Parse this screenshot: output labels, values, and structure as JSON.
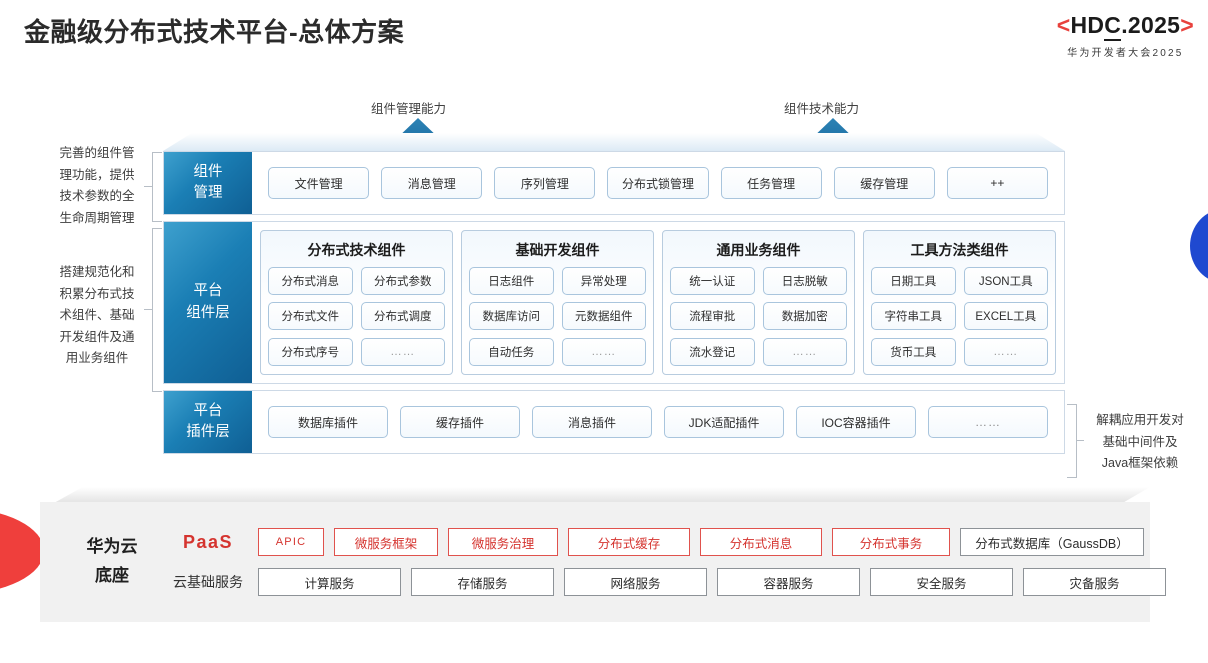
{
  "header": {
    "title": "金融级分布式技术平台-总体方案",
    "logo": {
      "left_bracket": "<",
      "right_bracket": ">",
      "text_a": "HD",
      "text_b": "C",
      "text_c": ".2025",
      "subtitle": "华为开发者大会2025",
      "bracket_color": "#e8413c"
    }
  },
  "arrows": [
    {
      "label": "组件管理能力"
    },
    {
      "label": "组件技术能力"
    }
  ],
  "side_notes": {
    "left_top": "完善的组件管\n理功能，提供\n技术参数的全\n生命周期管理",
    "left_top_lines": [
      "完善的组件管",
      "理功能，提供",
      "技术参数的全",
      "生命周期管理"
    ],
    "left_bottom_lines": [
      "搭建规范化和",
      "积累分布式技",
      "术组件、基础",
      "开发组件及通",
      "用业务组件"
    ],
    "right_lines": [
      "解耦应用开发对",
      "基础中间件及",
      "Java框架依赖"
    ]
  },
  "layers": {
    "component_mgmt": {
      "label_lines": [
        "组件",
        "管理"
      ],
      "chips": [
        "文件管理",
        "消息管理",
        "序列管理",
        "分布式锁管理",
        "任务管理",
        "缓存管理",
        "++"
      ]
    },
    "platform_component": {
      "label_lines": [
        "平台",
        "组件层"
      ],
      "groups": [
        {
          "title": "分布式技术组件",
          "cells": [
            "分布式消息",
            "分布式参数",
            "分布式文件",
            "分布式调度",
            "分布式序号",
            "……"
          ]
        },
        {
          "title": "基础开发组件",
          "cells": [
            "日志组件",
            "异常处理",
            "数据库访问",
            "元数据组件",
            "自动任务",
            "……"
          ]
        },
        {
          "title": "通用业务组件",
          "cells": [
            "统一认证",
            "日志脱敏",
            "流程审批",
            "数据加密",
            "流水登记",
            "……"
          ]
        },
        {
          "title": "工具方法类组件",
          "cells": [
            "日期工具",
            "JSON工具",
            "字符串工具",
            "EXCEL工具",
            "货币工具",
            "……"
          ]
        }
      ]
    },
    "platform_plugin": {
      "label_lines": [
        "平台",
        "插件层"
      ],
      "chips": [
        "数据库插件",
        "缓存插件",
        "消息插件",
        "JDK适配插件",
        "IOC容器插件",
        "……"
      ]
    }
  },
  "base": {
    "title_lines": [
      "华为云",
      "底座"
    ],
    "paas_label": "PaaS",
    "cloud_label": "云基础服务",
    "paas_items": [
      {
        "text": "APIC",
        "style": "red",
        "width": 66,
        "spaced": true
      },
      {
        "text": "微服务框架",
        "style": "red",
        "width": 104
      },
      {
        "text": "微服务治理",
        "style": "red",
        "width": 110
      },
      {
        "text": "分布式缓存",
        "style": "red",
        "width": 122
      },
      {
        "text": "分布式消息",
        "style": "red",
        "width": 122
      },
      {
        "text": "分布式事务",
        "style": "red",
        "width": 118
      },
      {
        "text": "分布式数据库（GaussDB）",
        "style": "gray",
        "width": 182
      }
    ],
    "cloud_items": [
      {
        "text": "计算服务",
        "width": 140
      },
      {
        "text": "存储服务",
        "width": 140
      },
      {
        "text": "网络服务",
        "width": 140
      },
      {
        "text": "容器服务",
        "width": 140
      },
      {
        "text": "安全服务",
        "width": 140
      },
      {
        "text": "灾备服务",
        "width": 140
      }
    ]
  },
  "colors": {
    "brand_red": "#d5342f",
    "logo_red": "#e8413c",
    "layer_blue": "#1b7fb5",
    "blue_lens": "#1f49d0"
  }
}
